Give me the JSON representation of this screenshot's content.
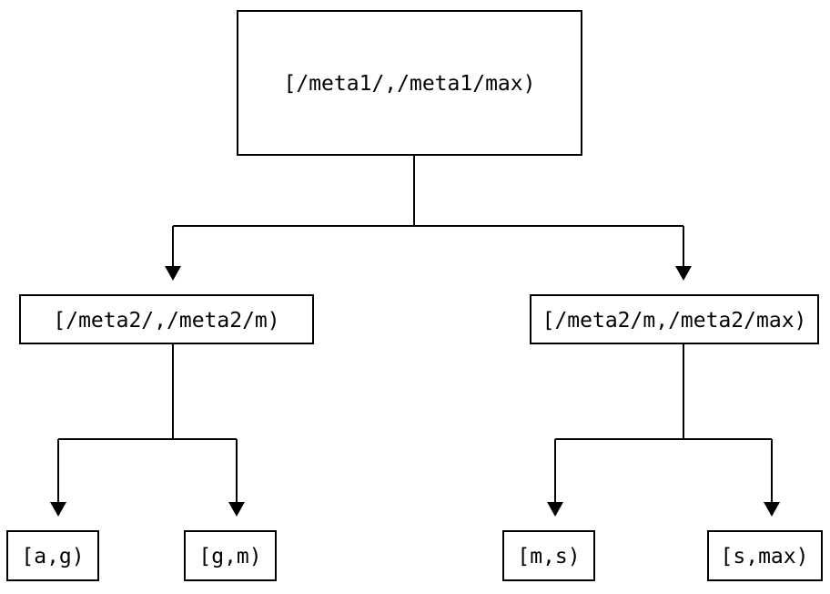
{
  "diagram": {
    "type": "tree",
    "background": "#ffffff",
    "stroke_color": "#000000",
    "nodes": {
      "root": {
        "label": "[/meta1/,/meta1/max)",
        "level": 1
      },
      "meta2_low": {
        "label": "[/meta2/,/meta2/m)",
        "level": 2,
        "parent": "root"
      },
      "meta2_high": {
        "label": "[/meta2/m,/meta2/max)",
        "level": 2,
        "parent": "root"
      },
      "leaf_a_g": {
        "label": "[a,g)",
        "level": 3,
        "parent": "meta2_low"
      },
      "leaf_g_m": {
        "label": "[g,m)",
        "level": 3,
        "parent": "meta2_low"
      },
      "leaf_m_s": {
        "label": "[m,s)",
        "level": 3,
        "parent": "meta2_high"
      },
      "leaf_s_max": {
        "label": "[s,max)",
        "level": 3,
        "parent": "meta2_high"
      }
    }
  }
}
